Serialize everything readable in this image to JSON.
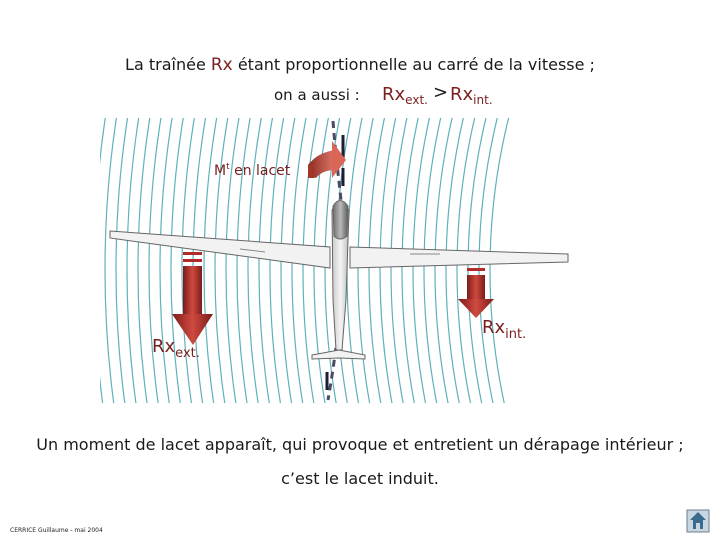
{
  "title": {
    "line1_prefix": "La traînée ",
    "line1_rx": "Rx",
    "line1_suffix": " étant proportionnelle au carré de la vitesse ;",
    "line2_label": "on a aussi :",
    "rx_main": "Rx",
    "ext_sub": "ext.",
    "gt": ">",
    "int_sub": "int."
  },
  "diagram": {
    "moment_label": "M",
    "moment_sup": "t",
    "moment_rest": " en lacet",
    "rx_ext_main": "Rx",
    "rx_ext_sub": "ext.",
    "rx_int_main": "Rx",
    "rx_int_sub": "int."
  },
  "caption": {
    "line1": "Un moment de lacet apparaît, qui provoque et entretient un dérapage intérieur ;",
    "line2": "c’est le lacet induit."
  },
  "footer": {
    "copyright": "CERRICE Guillaume - mai 2004"
  },
  "colors": {
    "airflow": "#5fb1ba",
    "drag_arrow": "#b22a2a",
    "moment_arrow": "#c0392b",
    "text_dark_red": "#7a1f1f",
    "glider_outline": "#666666",
    "flight_path": "#4a4a63"
  },
  "icons": [
    "moment-arrow-icon",
    "glider-icon",
    "drag-arrow-icon",
    "nav-home-icon"
  ]
}
